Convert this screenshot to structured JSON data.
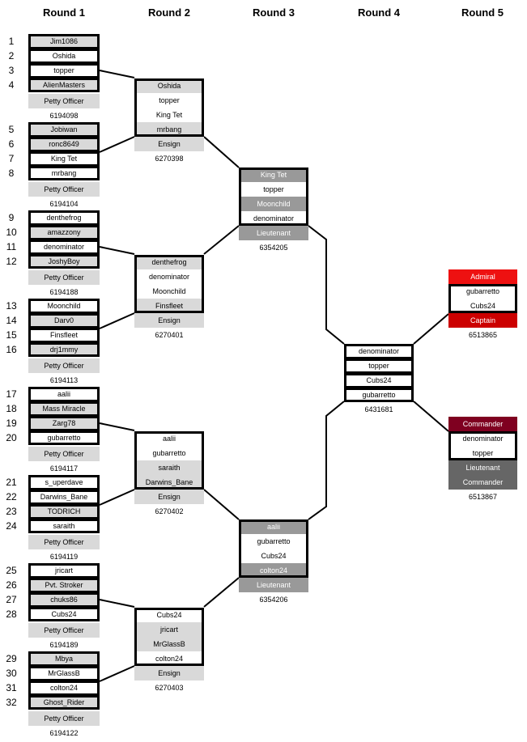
{
  "rounds": [
    "Round 1",
    "Round 2",
    "Round 3",
    "Round 4",
    "Round 5"
  ],
  "seeds": [
    "1",
    "2",
    "3",
    "4",
    "5",
    "6",
    "7",
    "8",
    "9",
    "10",
    "11",
    "12",
    "13",
    "14",
    "15",
    "16",
    "17",
    "18",
    "19",
    "20",
    "21",
    "22",
    "23",
    "24",
    "25",
    "26",
    "27",
    "28",
    "29",
    "30",
    "31",
    "32"
  ],
  "colors": {
    "light_gray": "#d9d9d9",
    "mid_gray": "#999999",
    "dark_gray": "#666666",
    "admiral_red": "#ee1111",
    "captain_red": "#cc0000",
    "commander_maroon": "#7f0020"
  },
  "round1": [
    {
      "players": [
        "Jim1086",
        "Oshida",
        "topper",
        "AlienMasters"
      ],
      "rank": "Petty Officer",
      "id": "6194098"
    },
    {
      "players": [
        "Jobiwan",
        "ronc8649",
        "King Tet",
        "mrbang"
      ],
      "rank": "Petty Officer",
      "id": "6194104"
    },
    {
      "players": [
        "denthefrog",
        "amazzony",
        "denominator",
        "JoshyBoy"
      ],
      "rank": "Petty Officer",
      "id": "6194188"
    },
    {
      "players": [
        "Moonchild",
        "Darv0",
        "Finsfleet",
        "drj1mmy"
      ],
      "rank": "Petty Officer",
      "id": "6194113"
    },
    {
      "players": [
        "aalii",
        "Mass Miracle",
        "Zarg78",
        "gubarretto"
      ],
      "rank": "Petty Officer",
      "id": "6194117"
    },
    {
      "players": [
        "s_uperdave",
        "Darwins_Bane",
        "TODRICH",
        "saraith"
      ],
      "rank": "Petty Officer",
      "id": "6194119"
    },
    {
      "players": [
        "jricart",
        "Pvt. Stroker",
        "chuks86",
        "Cubs24"
      ],
      "rank": "Petty Officer",
      "id": "6194189"
    },
    {
      "players": [
        "Mbya",
        "MrGlassB",
        "colton24",
        "Ghost_Rider"
      ],
      "rank": "Petty Officer",
      "id": "6194122"
    }
  ],
  "round2": [
    {
      "players": [
        "Oshida",
        "topper",
        "King Tet",
        "mrbang"
      ],
      "rank": "Ensign",
      "id": "6270398"
    },
    {
      "players": [
        "denthefrog",
        "denominator",
        "Moonchild",
        "Finsfleet"
      ],
      "rank": "Ensign",
      "id": "6270401"
    },
    {
      "players": [
        "aalii",
        "gubarretto",
        "saraith",
        "Darwins_Bane"
      ],
      "rank": "Ensign",
      "id": "6270402"
    },
    {
      "players": [
        "Cubs24",
        "jricart",
        "MrGlassB",
        "colton24"
      ],
      "rank": "Ensign",
      "id": "6270403"
    }
  ],
  "round3": [
    {
      "players": [
        "King Tet",
        "topper",
        "Moonchild",
        "denominator"
      ],
      "rank": "Lieutenant",
      "id": "6354205"
    },
    {
      "players": [
        "aalii",
        "gubarretto",
        "Cubs24",
        "colton24"
      ],
      "rank": "Lieutenant",
      "id": "6354206"
    }
  ],
  "round4": [
    {
      "players": [
        "denominator",
        "topper",
        "Cubs24",
        "gubarretto"
      ],
      "id": "6431681"
    }
  ],
  "round5": [
    {
      "top_rank": "Admiral",
      "players": [
        "gubarretto",
        "Cubs24"
      ],
      "bottom_rank": "Captain",
      "id": "6513865"
    },
    {
      "top_rank": "Commander",
      "players": [
        "denominator",
        "topper"
      ],
      "bottom_rank_1": "Lieutenant",
      "bottom_rank_2": "Commander",
      "id": "6513867"
    }
  ]
}
